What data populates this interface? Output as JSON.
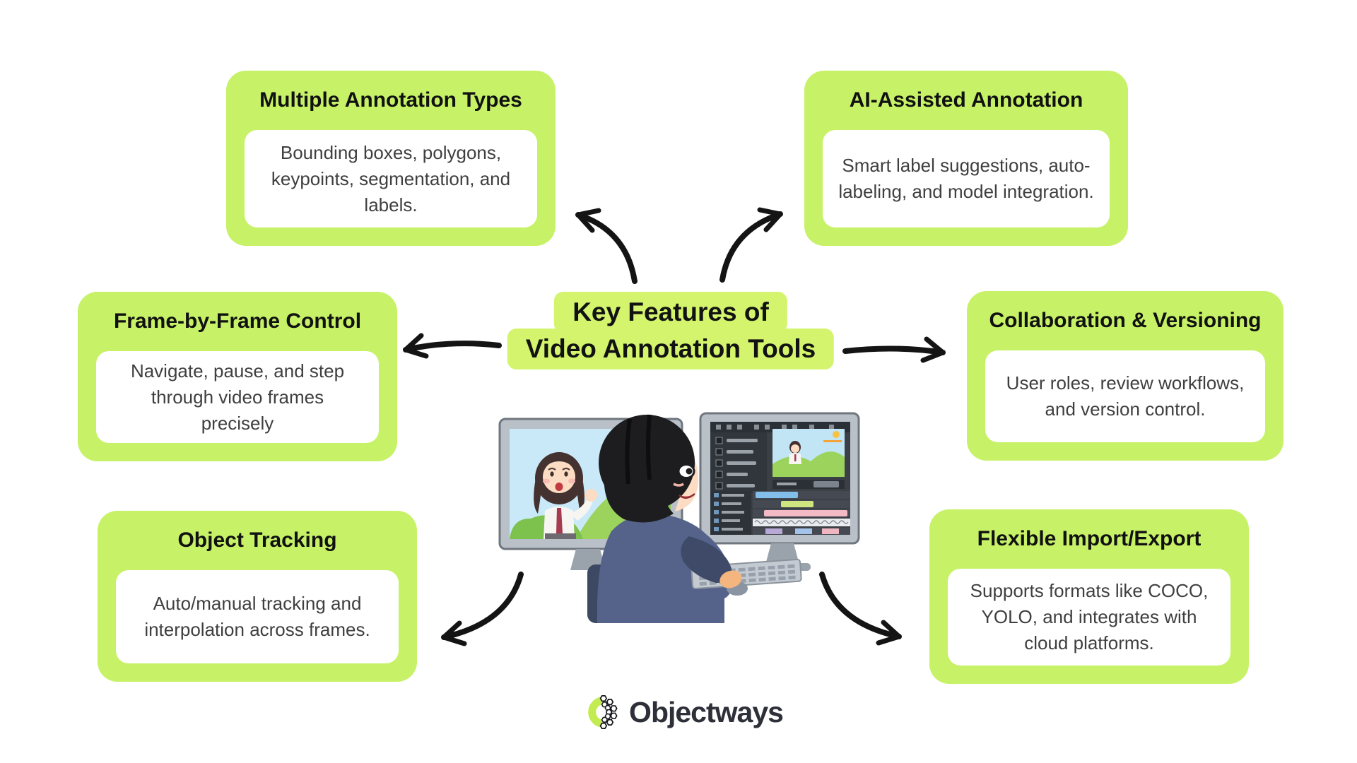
{
  "center": {
    "title_line1": "Key Features of",
    "title_line2": "Video Annotation Tools"
  },
  "features": [
    {
      "id": "multiple-annotation-types",
      "title": "Multiple Annotation Types",
      "body": "Bounding boxes, polygons, keypoints, segmentation, and labels."
    },
    {
      "id": "ai-assisted-annotation",
      "title": "AI-Assisted Annotation",
      "body": "Smart label suggestions, auto-labeling, and model integration."
    },
    {
      "id": "frame-by-frame-control",
      "title": "Frame-by-Frame Control",
      "body": "Navigate, pause, and step through video frames precisely"
    },
    {
      "id": "collaboration-versioning",
      "title": "Collaboration & Versioning",
      "body": "User roles, review workflows, and version control."
    },
    {
      "id": "object-tracking",
      "title": "Object Tracking",
      "body": "Auto/manual tracking and interpolation across frames."
    },
    {
      "id": "flexible-import-export",
      "title": "Flexible Import/Export",
      "body": "Supports formats like COCO, YOLO, and integrates with cloud platforms."
    }
  ],
  "arrows": [
    {
      "from": "center",
      "to": "multiple-annotation-types"
    },
    {
      "from": "center",
      "to": "ai-assisted-annotation"
    },
    {
      "from": "center",
      "to": "frame-by-frame-control"
    },
    {
      "from": "center",
      "to": "collaboration-versioning"
    },
    {
      "from": "center",
      "to": "object-tracking"
    },
    {
      "from": "center",
      "to": "flexible-import-export"
    }
  ],
  "footer": {
    "brand": "Objectways"
  },
  "colors": {
    "card_green": "#c7f267",
    "title_green": "#d3f46c",
    "arrow_black": "#141414",
    "heading_text": "#111111",
    "body_text": "#3f3f3f",
    "logo_green": "#c3ec53",
    "logo_text": "#2d3038"
  },
  "illustration": {
    "description": "Person with black hair in a blue sweater annotating video on a dual-monitor workstation; left monitor shows a presenter video, right monitor shows a dark video-annotation timeline UI"
  }
}
